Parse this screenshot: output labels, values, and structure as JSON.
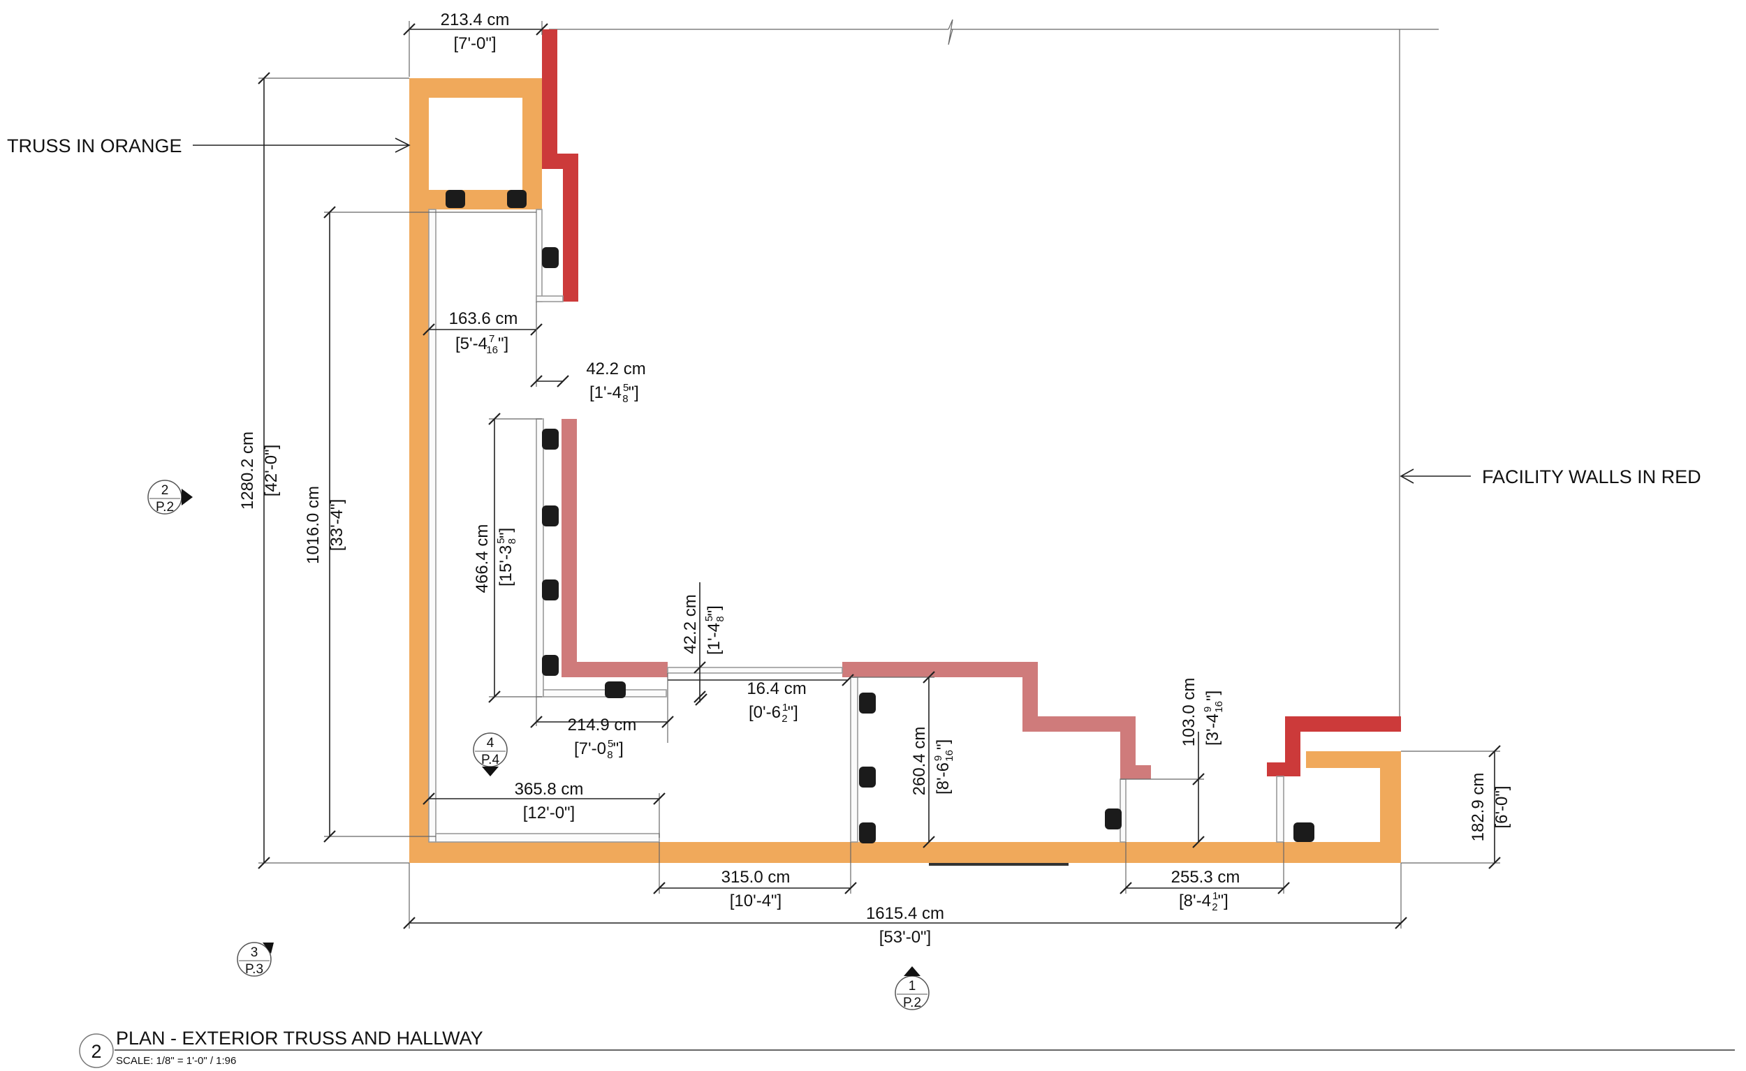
{
  "notes": {
    "truss": "TRUSS IN ORANGE",
    "walls": "FACILITY WALLS IN RED"
  },
  "colors": {
    "truss": "#f0a95b",
    "facility_wall": "#cc3a3a",
    "facility_wall_light": "#cf7b7b"
  },
  "dimensions": {
    "top_width": {
      "metric": "213.4 cm",
      "imperial": "[7'-0\"]"
    },
    "overall_height": {
      "metric": "1280.2 cm",
      "imperial": "[42'-0\"]"
    },
    "hall_height": {
      "metric": "1016.0 cm",
      "imperial": "[33'-4\"]"
    },
    "hall_width": {
      "metric": "163.6 cm",
      "imperial_main": "[5'-4",
      "imperial_num": "7",
      "imperial_den": "16",
      "imperial_end": "\"]"
    },
    "gap_upper": {
      "metric": "42.2 cm",
      "imperial_main": "[1'-4",
      "imperial_num": "5",
      "imperial_den": "8",
      "imperial_end": "\"]"
    },
    "inner_height": {
      "metric": "466.4 cm",
      "imperial_main": "[15'-3",
      "imperial_num": "5",
      "imperial_den": "8",
      "imperial_end": "\"]"
    },
    "gap_vertical": {
      "metric": "42.2 cm",
      "imperial_main": "[1'-4",
      "imperial_num": "5",
      "imperial_den": "8",
      "imperial_end": "\"]"
    },
    "gap_small": {
      "metric": "16.4 cm",
      "imperial_main": "[0'-6",
      "imperial_num": "1",
      "imperial_den": "2",
      "imperial_end": "\"]"
    },
    "inner_width": {
      "metric": "214.9 cm",
      "imperial_main": "[7'-0",
      "imperial_num": "5",
      "imperial_den": "8",
      "imperial_end": "\"]"
    },
    "hall_bottom": {
      "metric": "365.8 cm",
      "imperial": "[12'-0\"]"
    },
    "mid_height": {
      "metric": "260.4 cm",
      "imperial_main": "[8'-6",
      "imperial_num": "9",
      "imperial_den": "16",
      "imperial_end": "\"]"
    },
    "step_height": {
      "metric": "103.0 cm",
      "imperial_main": "[3'-4",
      "imperial_num": "9",
      "imperial_den": "16",
      "imperial_end": "\"]"
    },
    "right_height": {
      "metric": "182.9 cm",
      "imperial": "[6'-0\"]"
    },
    "bottom_mid": {
      "metric": "315.0 cm",
      "imperial": "[10'-4\"]"
    },
    "bottom_right": {
      "metric": "255.3 cm",
      "imperial_main": "[8'-4",
      "imperial_num": "1",
      "imperial_den": "2",
      "imperial_end": "\"]"
    },
    "overall_width": {
      "metric": "1615.4 cm",
      "imperial": "[53'-0\"]"
    }
  },
  "section_tags": [
    {
      "number": "2",
      "sheet": "P.2"
    },
    {
      "number": "4",
      "sheet": "P.4"
    },
    {
      "number": "3",
      "sheet": "P.3"
    },
    {
      "number": "1",
      "sheet": "P.2"
    }
  ],
  "title_block": {
    "number": "2",
    "title": "PLAN - EXTERIOR TRUSS AND HALLWAY",
    "scale": "SCALE: 1/8\" = 1'-0\" / 1:96"
  }
}
